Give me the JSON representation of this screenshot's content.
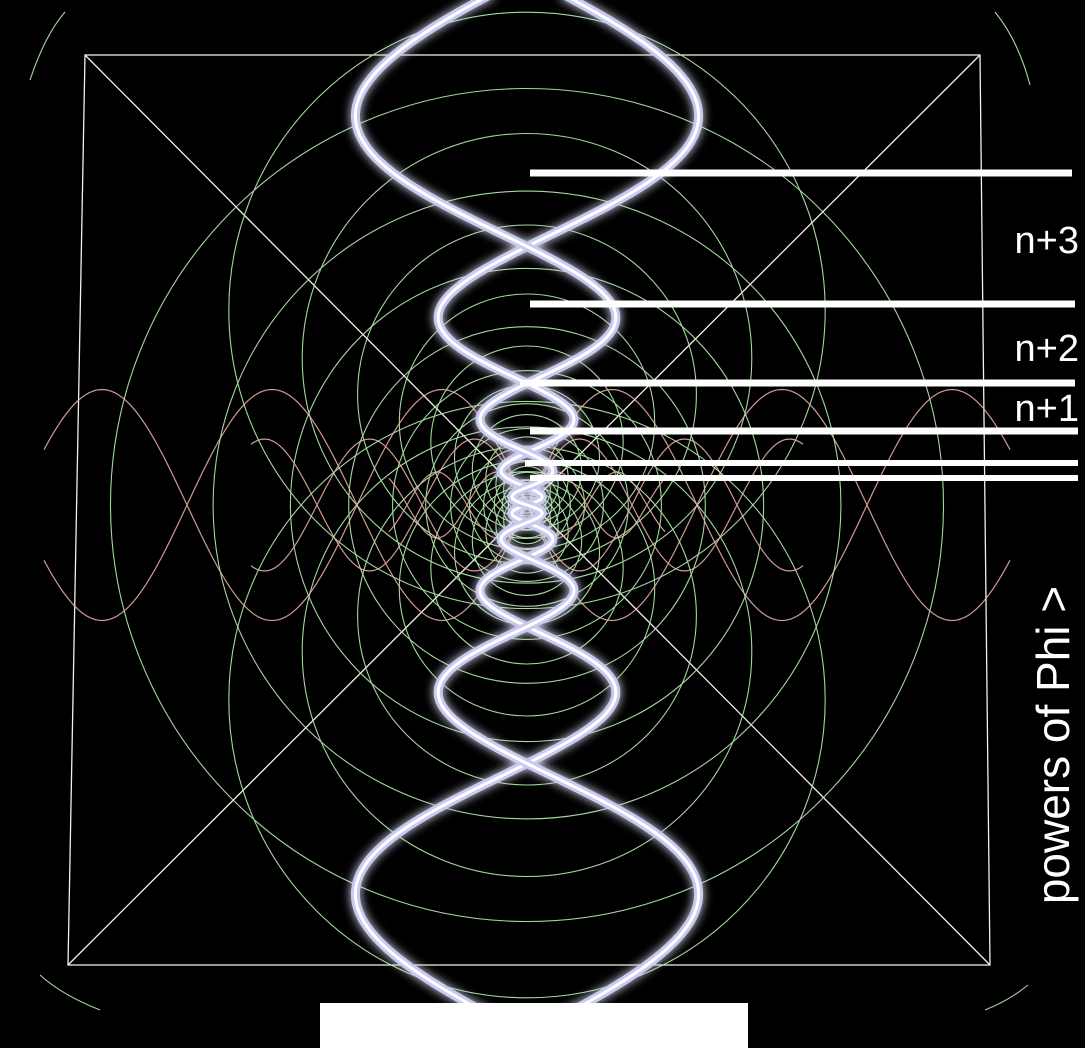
{
  "labels": {
    "n3": "n+3",
    "n2": "n+2",
    "n1": "n+1",
    "axis_caption": "powers of Phi >"
  },
  "colors": {
    "background": "#000000",
    "frame": "#f4f1e6",
    "circles": "#b7f0b0",
    "sine_waves": "#f2b7ae",
    "helix": "#c9c9f2",
    "helix_core": "#ffffff",
    "marker_lines": "#ffffff"
  }
}
